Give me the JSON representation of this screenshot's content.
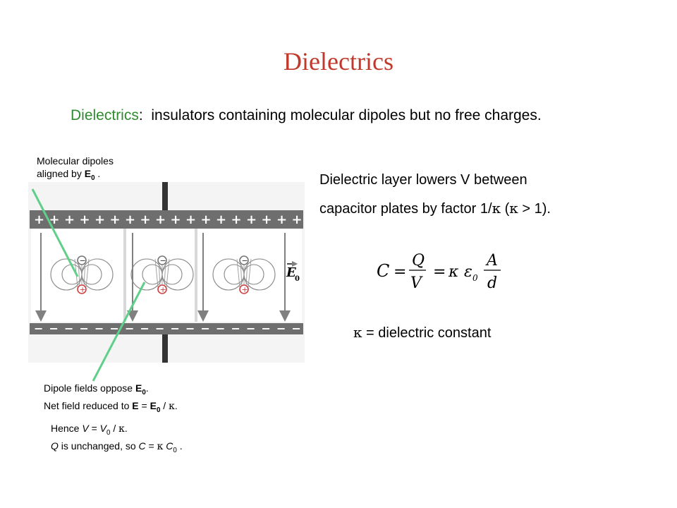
{
  "title": "Dielectrics",
  "definition": {
    "term": "Dielectrics",
    "colon": ":",
    "text": "insulators containing molecular dipoles but no free charges."
  },
  "annotations": {
    "aligned_line1": "Molecular dipoles",
    "aligned_line2_prefix": "aligned by ",
    "aligned_E": "E",
    "aligned_sub": "0",
    "aligned_suffix": " .",
    "oppose_prefix": "Dipole fields oppose ",
    "oppose_E": "E",
    "oppose_sub": "0",
    "oppose_suffix": ".",
    "net_prefix": "Net field reduced to ",
    "net_E": "E",
    "net_eq": " = ",
    "net_E0": "E",
    "net_sub": "0",
    "net_div": " / ",
    "net_kappa": "κ",
    "net_end": "."
  },
  "hence": {
    "line1_prefix": "Hence ",
    "line1_V": "V",
    "line1_eq": " = ",
    "line1_V0": "V",
    "line1_sub": "0",
    "line1_div": " / ",
    "line1_kappa": "κ",
    "line1_end": ".",
    "line2_Q": "Q",
    "line2_mid": " is unchanged, so  ",
    "line2_C": "C",
    "line2_eq": " = ",
    "line2_kappa": "κ",
    "line2_C0": " C",
    "line2_sub": "0",
    "line2_end": " ."
  },
  "capacitor_text": {
    "line1": "Dielectric layer lowers V between",
    "line2_prefix": "capacitor plates by factor  1/",
    "line2_kappa": "κ",
    "line2_mid": "  (",
    "line2_kappa2": "κ",
    "line2_end": " > 1)."
  },
  "formula": {
    "lhs": "C",
    "eq1": "=",
    "num1": "Q",
    "den1": "V",
    "eq2": "=",
    "kappa": "κ",
    "eps": "ε",
    "eps_sub": "0",
    "num2": "A",
    "den2": "d"
  },
  "kappa_def": {
    "kappa": "κ",
    "text": " = dielectric constant"
  },
  "figure": {
    "top_plate_sign": "+",
    "bottom_plate_sign": "−",
    "positive_charge": "+",
    "negative_charge": "−",
    "field_label": "E",
    "field_sub": "0"
  },
  "colors": {
    "title": "#c0392b",
    "term": "#2e8b2e",
    "pointer": "#5fcf8a",
    "plate": "#6e6e6e",
    "dipole_neg": "#777777",
    "dipole_pos": "#d04040"
  }
}
